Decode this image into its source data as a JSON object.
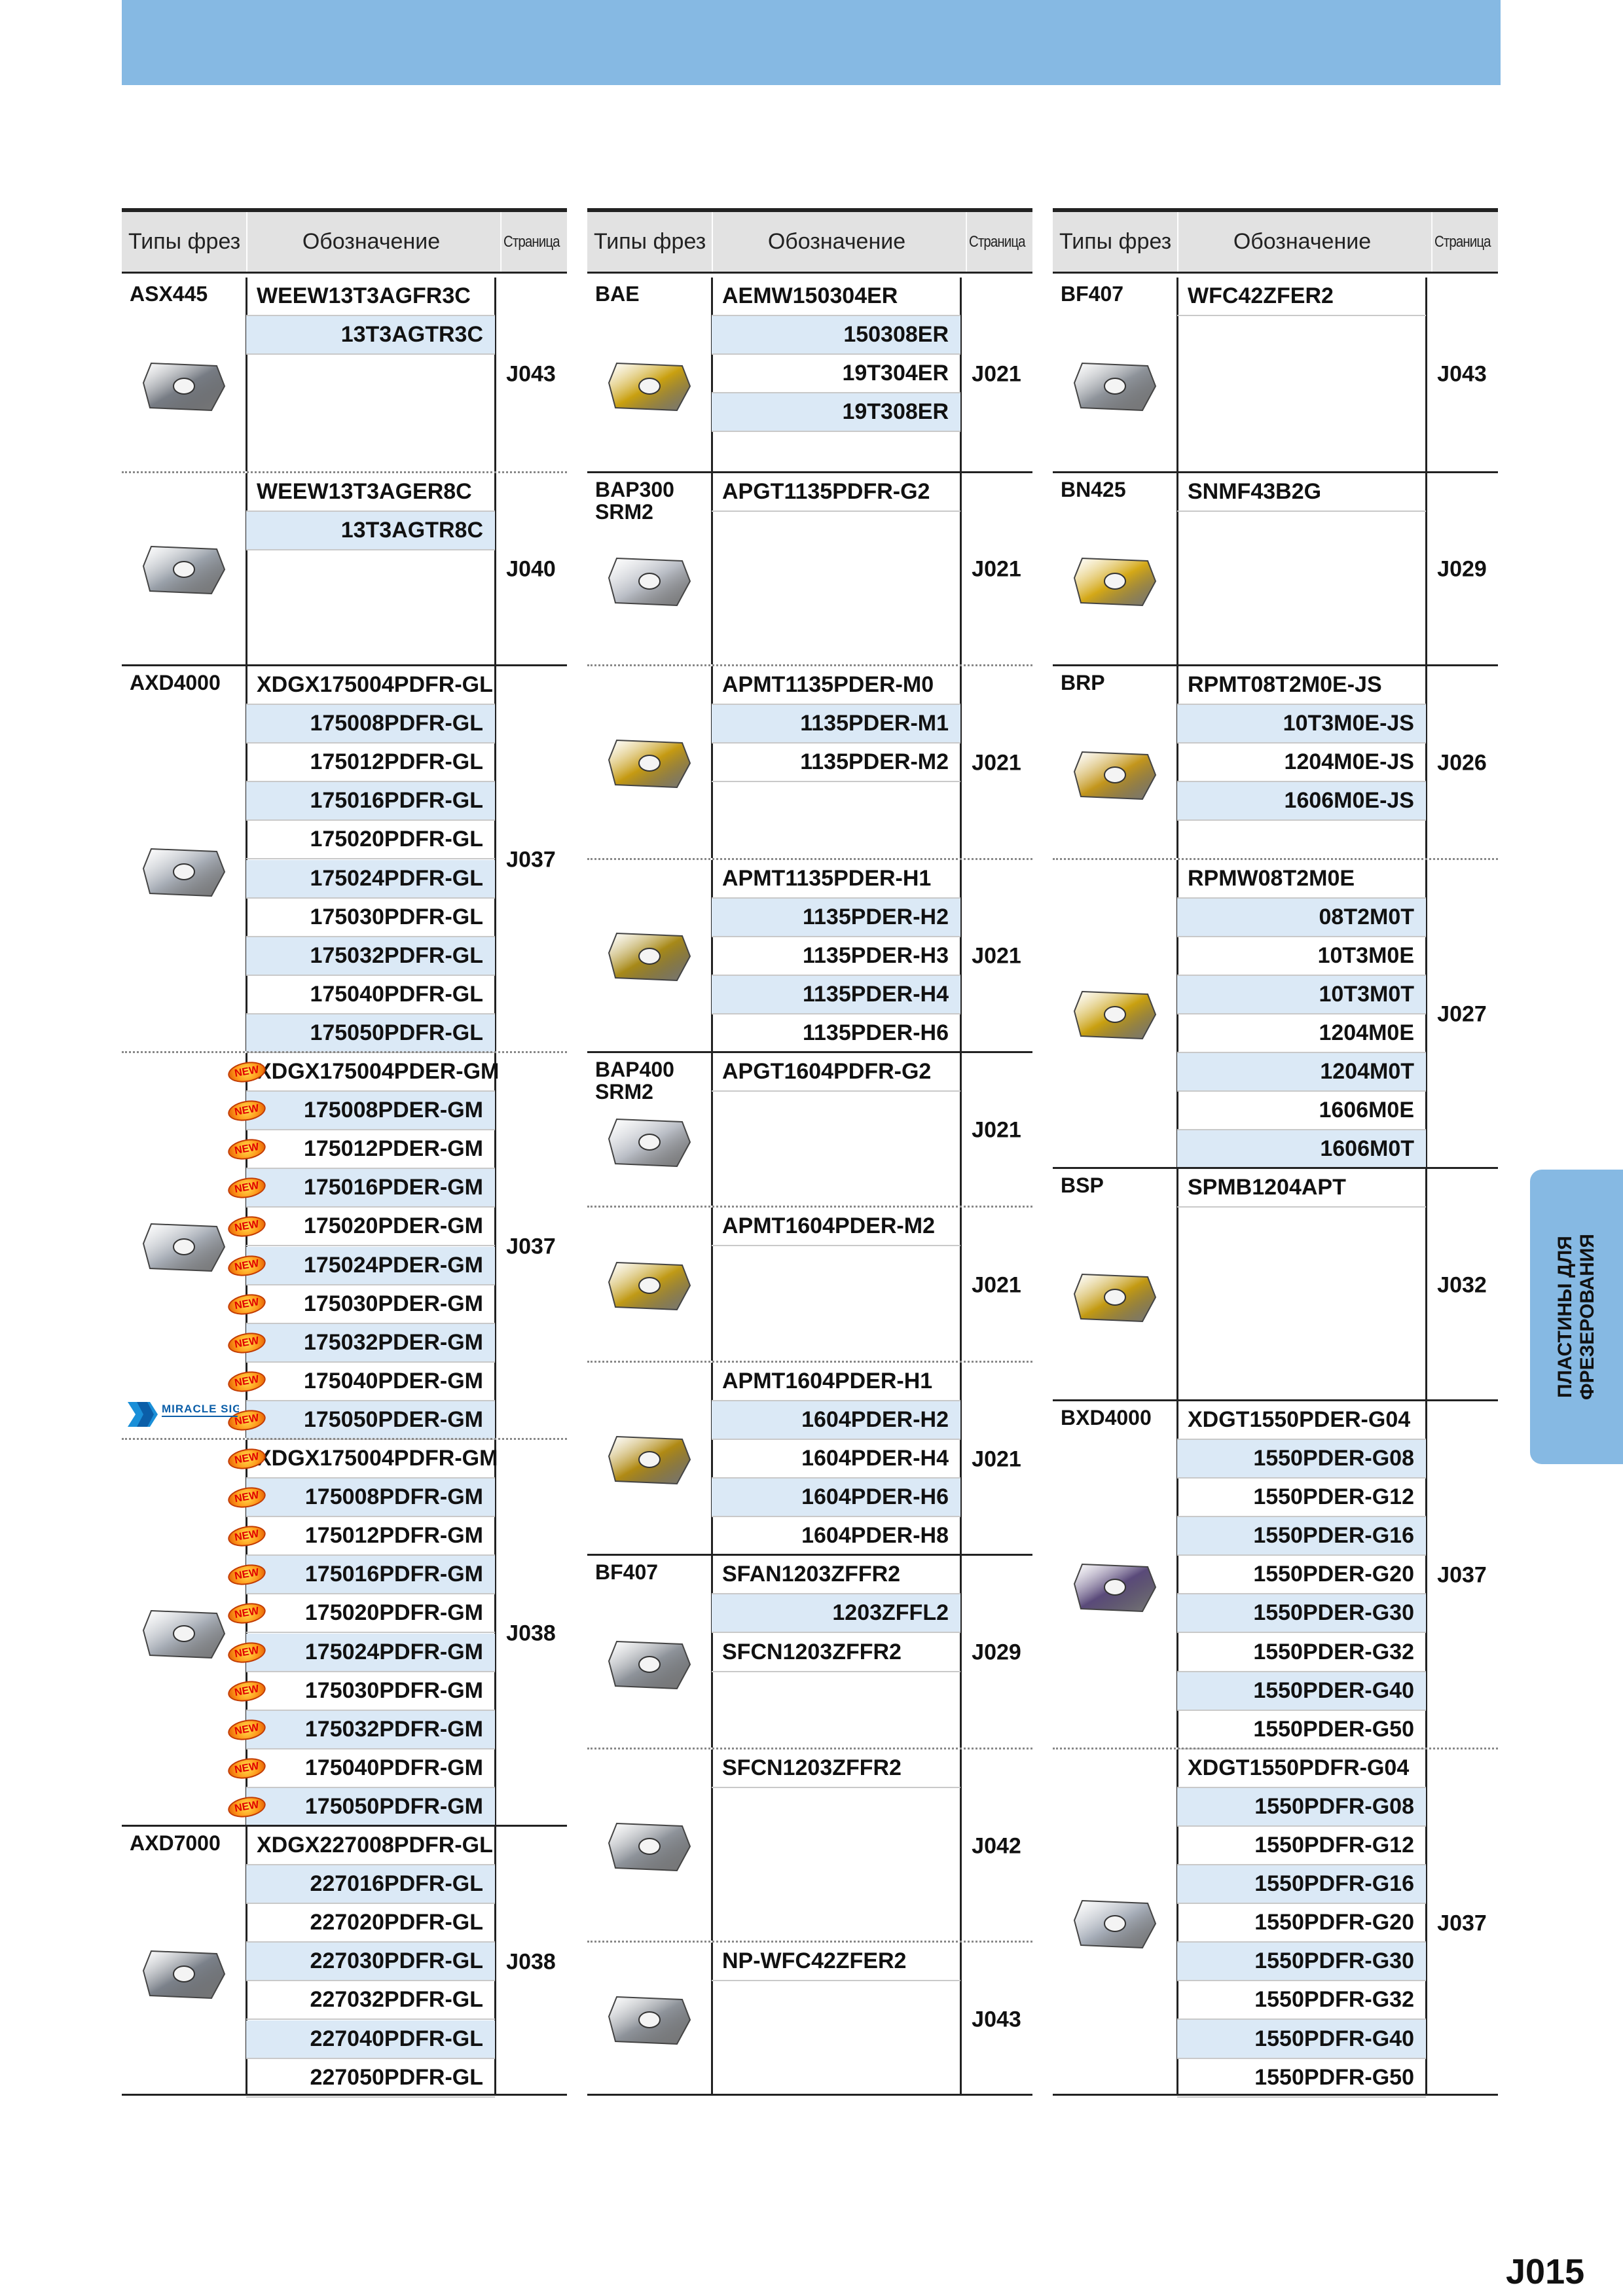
{
  "header": {
    "col_type": "Типы фрез",
    "col_code": "Обозначение",
    "col_page": "Страница"
  },
  "new_badge": "NEW",
  "logo_text": "MIRACLE SIGMA",
  "side_tab": "ПЛАСТИНЫ ДЛЯ\nФРЕЗЕРОВАНИЯ",
  "page_number": "J015",
  "colors": {
    "band": "#86b9e3",
    "shade": "#dbe9f6",
    "header_bg": "#e2e2e2"
  },
  "columns": [
    [
      {
        "type": "ASX445",
        "page": "J043",
        "rows": [
          "WEEW13T3AGFR3C",
          "13T3AGTR3C"
        ]
      },
      {
        "type": "",
        "page": "J040",
        "rows": [
          "WEEW13T3AGER8C",
          "13T3AGTR8C"
        ]
      },
      {
        "type": "AXD4000",
        "page": "J037",
        "rows": [
          "XDGX175004PDFR-GL",
          "175008PDFR-GL",
          "175012PDFR-GL",
          "175016PDFR-GL",
          "175020PDFR-GL",
          "175024PDFR-GL",
          "175030PDFR-GL",
          "175032PDFR-GL",
          "175040PDFR-GL",
          "175050PDFR-GL"
        ]
      },
      {
        "type": "",
        "page": "J037",
        "rows": [
          "XDGX175004PDER-GM",
          "175008PDER-GM",
          "175012PDER-GM",
          "175016PDER-GM",
          "175020PDER-GM",
          "175024PDER-GM",
          "175030PDER-GM",
          "175032PDER-GM",
          "175040PDER-GM",
          "175050PDER-GM"
        ]
      },
      {
        "type": "",
        "page": "J038",
        "rows": [
          "XDGX175004PDFR-GM",
          "175008PDFR-GM",
          "175012PDFR-GM",
          "175016PDFR-GM",
          "175020PDFR-GM",
          "175024PDFR-GM",
          "175030PDFR-GM",
          "175032PDFR-GM",
          "175040PDFR-GM",
          "175050PDFR-GM"
        ]
      },
      {
        "type": "AXD7000",
        "page": "J038",
        "rows": [
          "XDGX227008PDFR-GL",
          "227016PDFR-GL",
          "227020PDFR-GL",
          "227030PDFR-GL",
          "227032PDFR-GL",
          "227040PDFR-GL",
          "227050PDFR-GL"
        ]
      }
    ],
    [
      {
        "type": "BAE",
        "page": "J021",
        "rows": [
          "AEMW150304ER",
          "150308ER",
          "19T304ER",
          "19T308ER"
        ]
      },
      {
        "type": "BAP300\nSRM2",
        "page": "J021",
        "rows": [
          "APGT1135PDFR-G2"
        ]
      },
      {
        "type": "",
        "page": "J021",
        "rows": [
          "APMT1135PDER-M0",
          "1135PDER-M1",
          "1135PDER-M2"
        ]
      },
      {
        "type": "",
        "page": "J021",
        "rows": [
          "APMT1135PDER-H1",
          "1135PDER-H2",
          "1135PDER-H3",
          "1135PDER-H4",
          "1135PDER-H6"
        ]
      },
      {
        "type": "BAP400\nSRM2",
        "page": "J021",
        "rows": [
          "APGT1604PDFR-G2"
        ]
      },
      {
        "type": "",
        "page": "J021",
        "rows": [
          "APMT1604PDER-M2"
        ]
      },
      {
        "type": "",
        "page": "J021",
        "rows": [
          "APMT1604PDER-H1",
          "1604PDER-H2",
          "1604PDER-H4",
          "1604PDER-H6",
          "1604PDER-H8"
        ]
      },
      {
        "type": "BF407",
        "page": "J029",
        "rows": [
          "SFAN1203ZFFR2",
          "1203ZFFL2",
          "SFCN1203ZFFR2"
        ]
      },
      {
        "type": "",
        "page": "J042",
        "rows": [
          "SFCN1203ZFFR2"
        ]
      },
      {
        "type": "",
        "page": "J043",
        "rows": [
          "NP-WFC42ZFER2"
        ]
      }
    ],
    [
      {
        "type": "BF407",
        "page": "J043",
        "rows": [
          "WFC42ZFER2"
        ]
      },
      {
        "type": "BN425",
        "page": "J029",
        "rows": [
          "SNMF43B2G"
        ]
      },
      {
        "type": "BRP",
        "page": "J026",
        "rows": [
          "RPMT08T2M0E-JS",
          "10T3M0E-JS",
          "1204M0E-JS",
          "1606M0E-JS"
        ]
      },
      {
        "type": "",
        "page": "J027",
        "rows": [
          "RPMW08T2M0E",
          "08T2M0T",
          "10T3M0E",
          "10T3M0T",
          "1204M0E",
          "1204M0T",
          "1606M0E",
          "1606M0T"
        ]
      },
      {
        "type": "BSP",
        "page": "J032",
        "rows": [
          "SPMB1204APT"
        ]
      },
      {
        "type": "BXD4000",
        "page": "J037",
        "rows": [
          "XDGT1550PDER-G04",
          "1550PDER-G08",
          "1550PDER-G12",
          "1550PDER-G16",
          "1550PDER-G20",
          "1550PDER-G30",
          "1550PDER-G32",
          "1550PDER-G40",
          "1550PDER-G50"
        ]
      },
      {
        "type": "",
        "page": "J037",
        "rows": [
          "XDGT1550PDFR-G04",
          "1550PDFR-G08",
          "1550PDFR-G12",
          "1550PDFR-G16",
          "1550PDFR-G20",
          "1550PDFR-G30",
          "1550PDFR-G32",
          "1550PDFR-G40",
          "1550PDFR-G50"
        ]
      }
    ]
  ]
}
